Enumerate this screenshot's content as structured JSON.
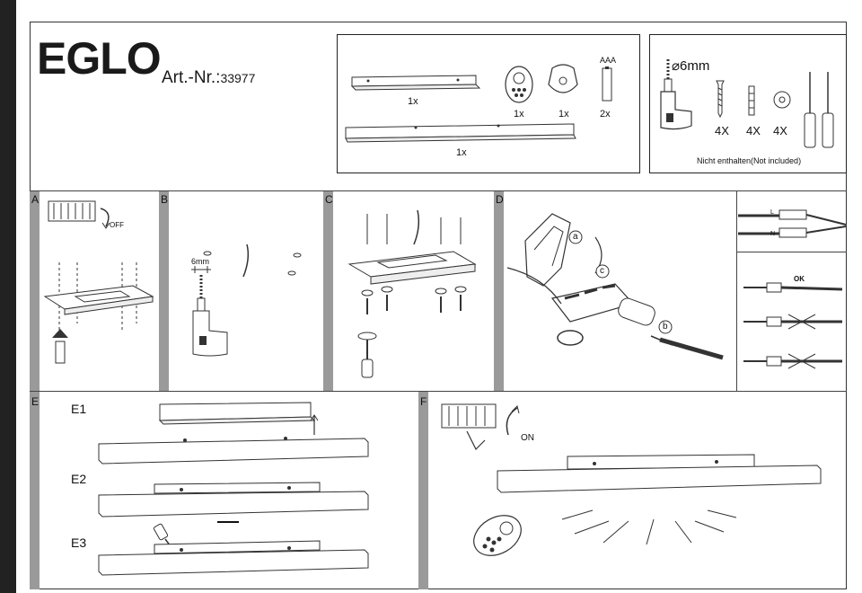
{
  "header": {
    "brand": "EGLO",
    "art_label": "Art.-Nr.:",
    "art_number": "33977"
  },
  "parts": {
    "base_plate_qty": "1x",
    "remote_qty": "1x",
    "holder_qty": "1x",
    "battery_label": "AAA",
    "battery_qty": "2x",
    "lamp_qty": "1x"
  },
  "tools": {
    "drill_label": "⌀6mm",
    "screw_qty": "4X",
    "dowel_qty": "4X",
    "washer_qty": "4X",
    "not_included": "Nicht enthalten(Not included)"
  },
  "steps": {
    "a": "A",
    "a_off": "OFF",
    "b": "B",
    "b_drill": "6mm",
    "c": "C",
    "d": "D",
    "d_a": "a",
    "d_b": "b",
    "d_c": "c",
    "wire_l": "L",
    "wire_n": "N",
    "ok": "OK",
    "e": "E",
    "e1": "E1",
    "e2": "E2",
    "e3": "E3",
    "f": "F",
    "f_on": "ON"
  }
}
